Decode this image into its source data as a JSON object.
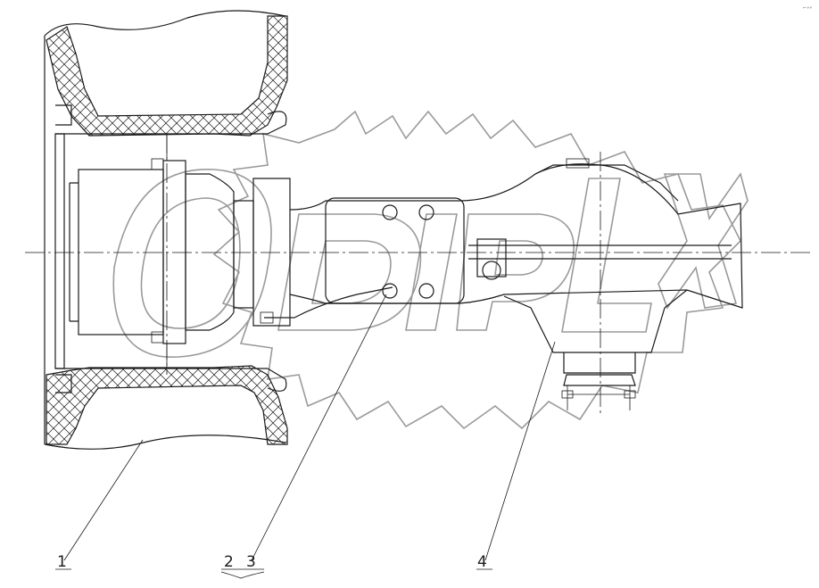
{
  "callouts": {
    "c1": "1",
    "c2": "2",
    "c3": "3",
    "c4": "4"
  },
  "watermark": {
    "logo_text": "DIP LX"
  },
  "corner_mark": "⌐∘∘"
}
